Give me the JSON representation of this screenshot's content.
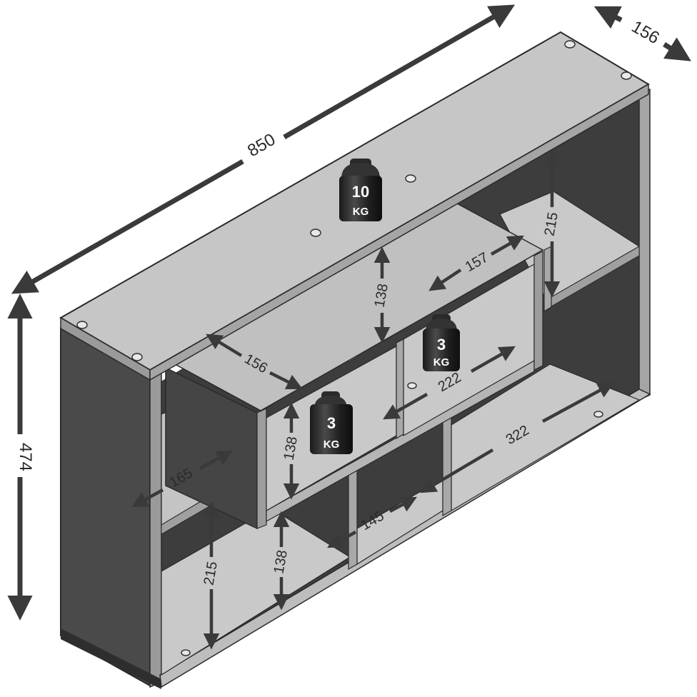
{
  "diagram": {
    "dimensions": {
      "width": "850",
      "depth": "156",
      "height": "474",
      "top_right_shelf_height": "215",
      "inner_box_depth": "157",
      "upper_cell_height": "138",
      "inner_box_left_depth": "156",
      "inner_box_right_width": "222",
      "left_shelf_depth": "165",
      "inner_box_left_height": "138",
      "bottom_right_width": "322",
      "bottom_middle_width": "145",
      "bottom_left_height": "215",
      "bottom_middle_height": "138"
    },
    "weights": [
      {
        "value": "10",
        "unit": "KG"
      },
      {
        "value": "3",
        "unit": "KG"
      },
      {
        "value": "3",
        "unit": "KG"
      }
    ]
  }
}
